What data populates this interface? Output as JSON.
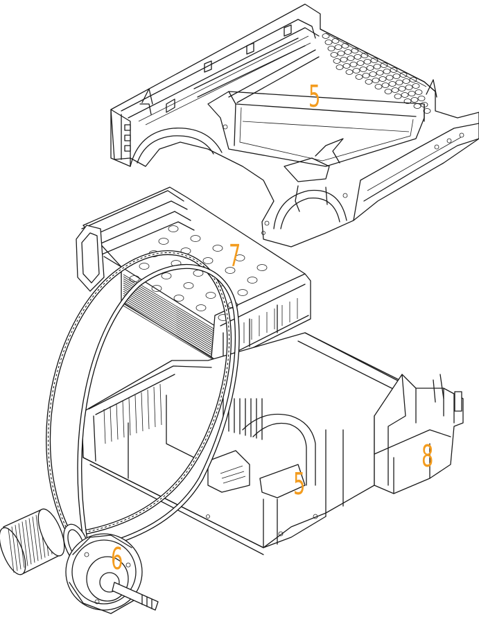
{
  "callouts": [
    {
      "id": "upper-housing",
      "label": "5"
    },
    {
      "id": "filter-cartridge",
      "label": "7"
    },
    {
      "id": "lower-housing",
      "label": "5"
    },
    {
      "id": "side-bracket",
      "label": "8"
    },
    {
      "id": "blower-motor",
      "label": "6"
    }
  ],
  "colors": {
    "callout": "#f39c1f",
    "line": "#1a1a1a",
    "background": "#ffffff"
  }
}
